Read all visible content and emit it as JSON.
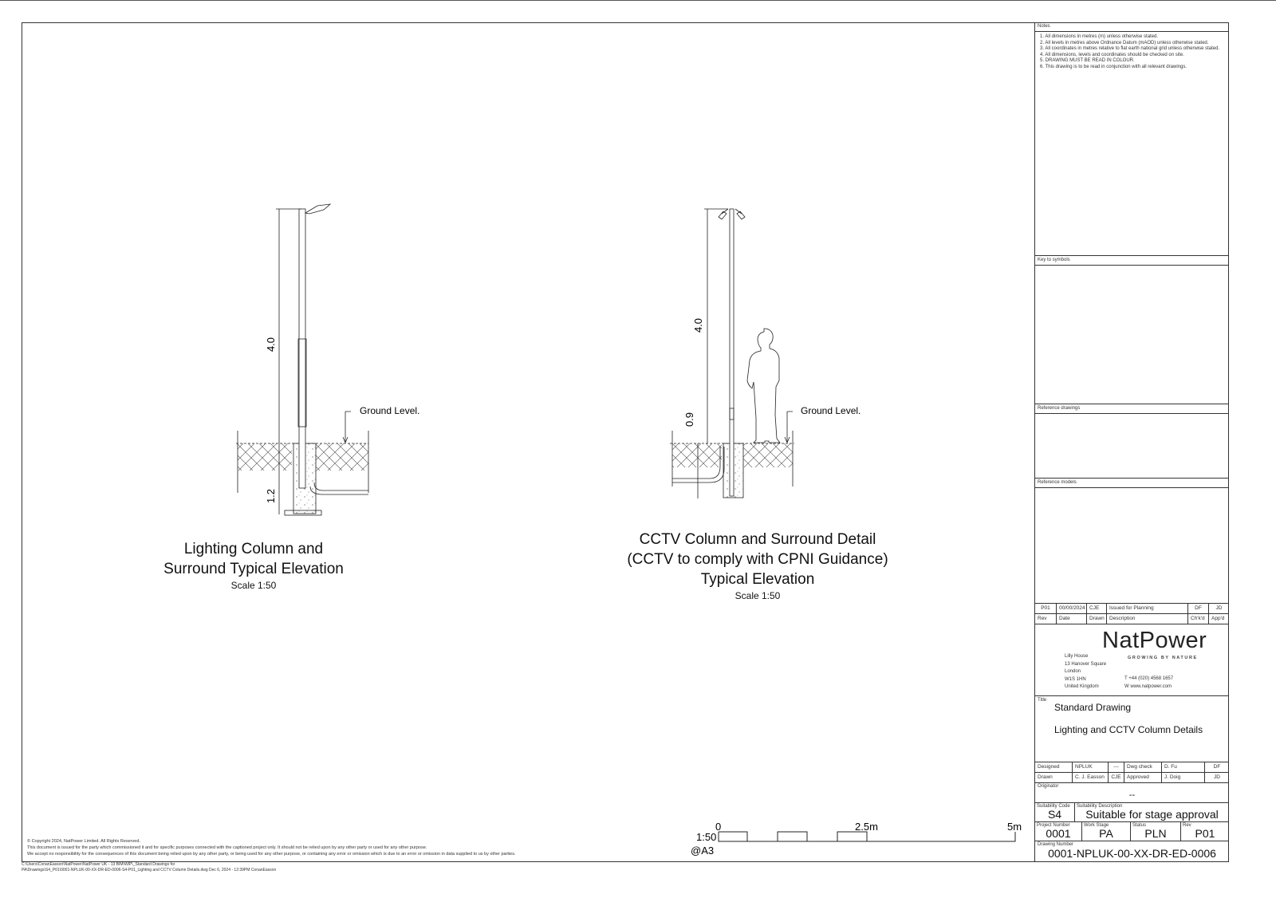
{
  "notes": {
    "heading": "Notes",
    "items": [
      "1.  All dimensions in metres (m) unless otherwise stated.",
      "2.  All levels in metres above Ordnance Datum (mAOD) unless otherwise stated.",
      "3.  All coordinates in metres relative to flat earth national grid unless otherwise stated.",
      "4.  All dimensions, levels and coordinates should be checked on site.",
      "5.  DRAWING MUST BE READ IN COLOUR.",
      "6.  This drawing is to be read in conjunction with all relevant drawings."
    ]
  },
  "key_to_symbols": "Key to symbols",
  "reference_drawings": "Reference drawings",
  "reference_models": "Reference models",
  "revision": {
    "rev": "P01",
    "date": "00/00/2024",
    "drawn": "CJE",
    "description": "Issued for Planning",
    "checked": "DF",
    "approved": "JD"
  },
  "revision_headers": {
    "rev": "Rev",
    "date": "Date",
    "drawn": "Drawn",
    "description": "Description",
    "checked": "Ch'k'd",
    "approved": "App'd"
  },
  "company": {
    "logo": "NatPower",
    "tagline": "GROWING BY NATURE",
    "address": [
      "Lilly House",
      "13 Hanover Square",
      "London",
      "W1S 1HN",
      "United Kingdom"
    ],
    "phone": "T  +44 (020) 4568 1657",
    "web": "W www.natpower.com"
  },
  "title": {
    "label": "Title",
    "line1": "Standard Drawing",
    "line2": "Lighting and CCTV Column Details"
  },
  "signoff": {
    "designed_label": "Designed",
    "designed": "NPLUK",
    "designed_init": "---",
    "dwg_check_label": "Dwg check",
    "dwg_check": "D. Fu",
    "dwg_check_init": "DF",
    "drawn_label": "Drawn",
    "drawn": "C. J. Easson",
    "drawn_init": "CJE",
    "approved_label": "Approved",
    "approved": "J. Doig",
    "approved_init": "JD"
  },
  "originator": {
    "label": "Originator",
    "value": "--"
  },
  "suitability": {
    "code_label": "Suitability Code",
    "code": "S4",
    "desc_label": "Suitability Description",
    "desc": "Suitable for stage approval"
  },
  "project": {
    "number_label": "Project Number",
    "number": "0001",
    "stage_label": "Work Stage",
    "stage": "PA",
    "status_label": "Status",
    "status": "PLN",
    "rev_label": "Rev",
    "rev": "P01"
  },
  "drawing_number": {
    "label": "Drawing Number",
    "value": "0001-NPLUK-00-XX-DR-ED-0006"
  },
  "lighting": {
    "caption": [
      "Lighting Column and",
      "Surround Typical Elevation"
    ],
    "scale": "Scale 1:50",
    "dim_above": "4.0",
    "dim_below": "1.2",
    "ground": "Ground Level."
  },
  "cctv": {
    "caption": [
      "CCTV Column and Surround Detail",
      "(CCTV to comply with CPNI Guidance)",
      "Typical Elevation"
    ],
    "scale": "Scale 1:50",
    "dim_above": "4.0",
    "dim_below": "0.9",
    "ground": "Ground Level."
  },
  "scale_bar": {
    "ratio": "1:50",
    "sheet": "@A3",
    "ticks": [
      "0",
      "2.5m",
      "5m"
    ]
  },
  "footer": {
    "copyright": "© Copyright 2024, NatPower Limited. All Rights Reserved.",
    "line2": "This document is issued for the party which commissioned it and for specific purposes connected with the captioned project only. It should not be relied upon by any other party or used for any other purpose.",
    "line3": "We accept no responsibility for the consequences of this document being relied upon by any other party, or being used for any other purpose, or containing any error or omission which is due to an error or omission in data supplied to us by other parties.",
    "path1": "C:\\Users\\ConanEasson\\NatPower\\NatPower UK - 13 BIM\\WIP\\_Standard Drawings for",
    "path2": "PA\\Drawings\\S4_P01\\0001-NPLUK-00-XX-DR-ED-0006-S4-P01_Lighting and CCTV Column Details.dwg Dec 6, 2024 - 12:39PM ConanEasson"
  }
}
